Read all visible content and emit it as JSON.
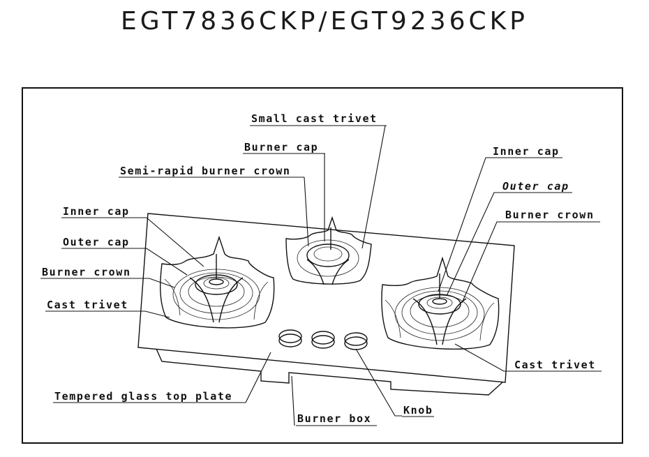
{
  "title": "EGT7836CKP/EGT9236CKP",
  "labels": {
    "small_cast_trivet": "Small cast trivet",
    "burner_cap": "Burner cap",
    "semi_rapid_burner_crown": "Semi-rapid burner crown",
    "left_inner_cap": "Inner cap",
    "left_outer_cap": "Outer cap",
    "left_burner_crown": "Burner crown",
    "left_cast_trivet": "Cast trivet",
    "right_inner_cap": "Inner cap",
    "right_outer_cap": "Outer cap",
    "right_burner_crown": "Burner crown",
    "right_cast_trivet": "Cast trivet",
    "tempered_glass_top_plate": "Tempered glass top plate",
    "burner_box": "Burner box",
    "knob": "Knob"
  }
}
